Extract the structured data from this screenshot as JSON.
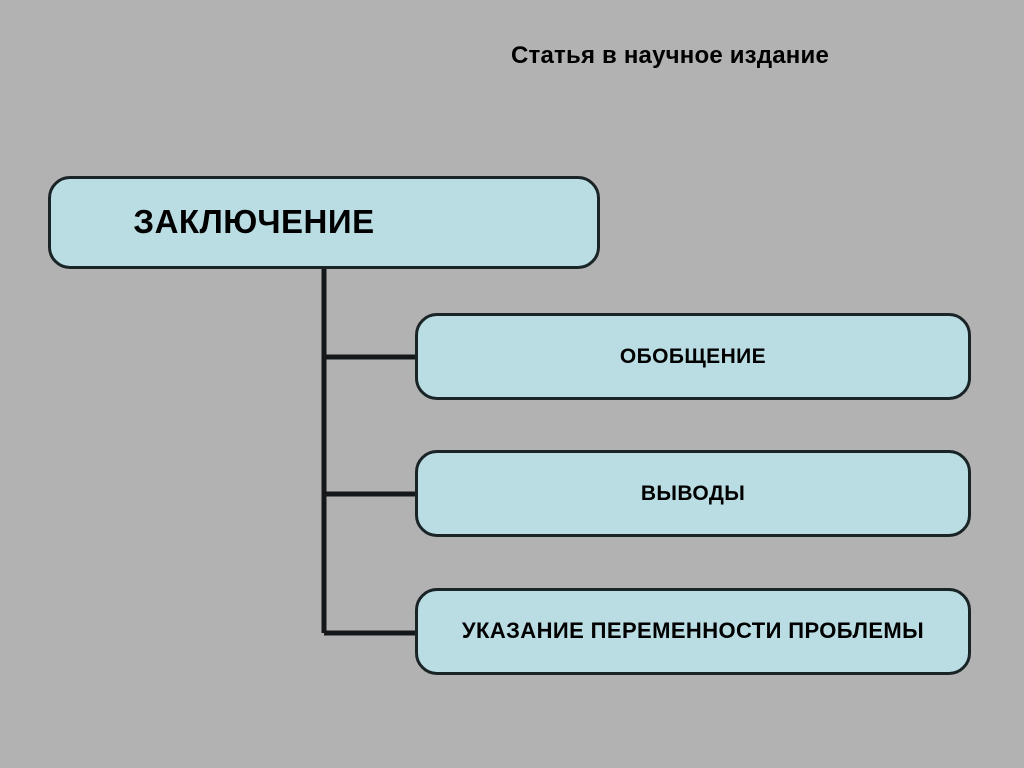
{
  "slide": {
    "title": "Статья в научное издание",
    "background_color": "#b2b2b2",
    "node_fill_color": "#b9dde3",
    "node_border_color": "#1a2326",
    "text_color": "#000000"
  },
  "diagram": {
    "type": "tree",
    "root": {
      "id": "root",
      "label": "ЗАКЛЮЧЕНИЕ"
    },
    "children": [
      {
        "id": "child-1",
        "label": "ОБОБЩЕНИЕ"
      },
      {
        "id": "child-2",
        "label": "ВЫВОДЫ"
      },
      {
        "id": "child-3",
        "label": "УКАЗАНИЕ ПЕРЕМЕННОСТИ ПРОБЛЕМЫ"
      }
    ],
    "connector_color": "#14181a"
  }
}
